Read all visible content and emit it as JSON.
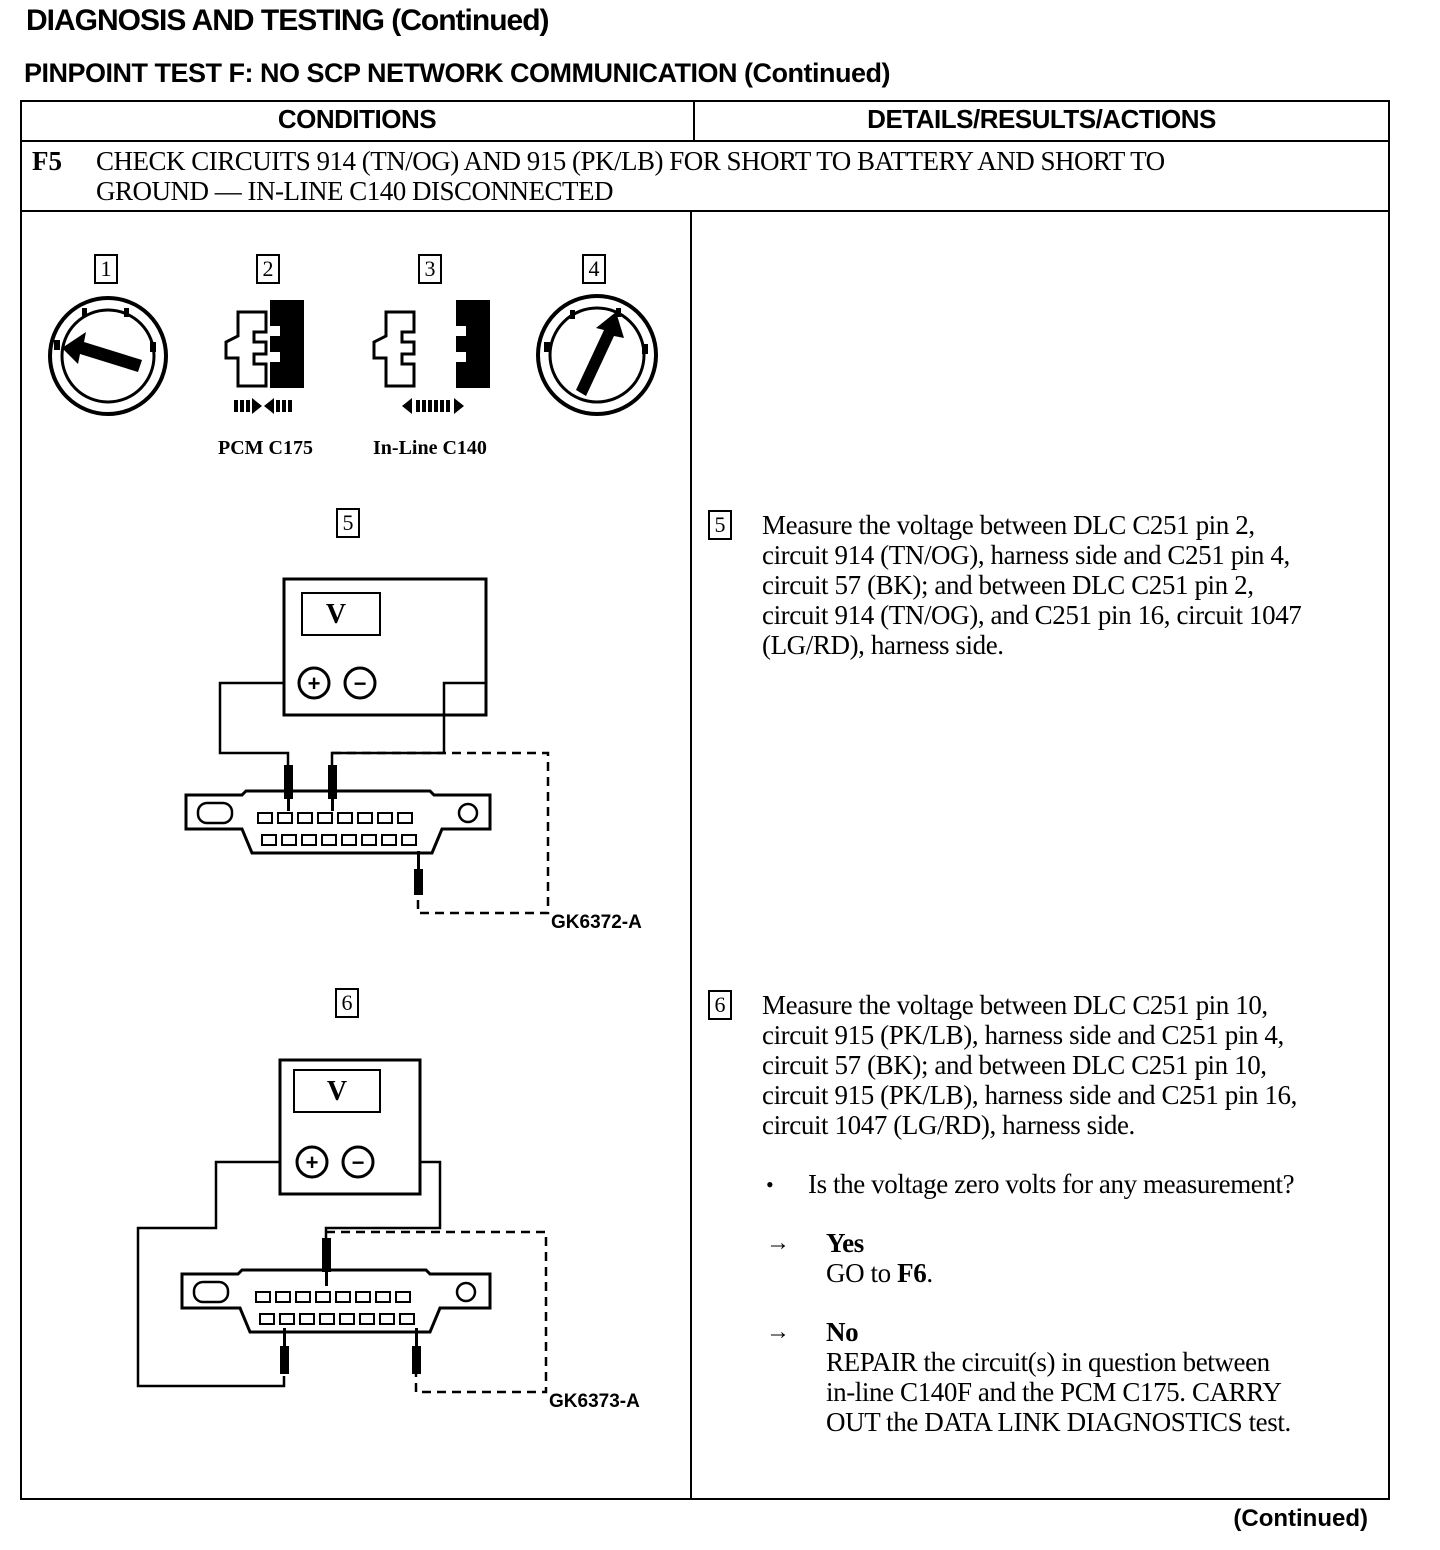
{
  "header": {
    "title": "DIAGNOSIS AND TESTING (Continued)",
    "subtitle": "PINPOINT TEST F:  NO SCP NETWORK COMMUNICATION (Continued)"
  },
  "table": {
    "col_conditions": "CONDITIONS",
    "col_details": "DETAILS/RESULTS/ACTIONS",
    "step_id": "F5",
    "step_title_line1": "CHECK CIRCUITS 914 (TN/OG) AND 915 (PK/LB) FOR SHORT TO BATTERY AND SHORT TO",
    "step_title_line2": "GROUND — IN-LINE C140 DISCONNECTED"
  },
  "figures": {
    "step_numbers": [
      "1",
      "2",
      "3",
      "4"
    ],
    "connector_captions": [
      "PCM C175",
      "In-Line C140"
    ],
    "fig5_number": "5",
    "fig5_id": "GK6372-A",
    "fig6_number": "6",
    "fig6_id": "GK6373-A",
    "meter_label": "V",
    "plus": "+",
    "minus": "−"
  },
  "details": {
    "step5_number": "5",
    "step5_lines": [
      "Measure the voltage between DLC C251 pin 2,",
      "circuit 914 (TN/OG), harness side and C251 pin 4,",
      "circuit 57 (BK); and between DLC C251 pin 2,",
      "circuit 914 (TN/OG), and C251 pin 16, circuit 1047",
      "(LG/RD), harness side."
    ],
    "step6_number": "6",
    "step6_lines": [
      "Measure the voltage between DLC C251 pin 10,",
      "circuit 915 (PK/LB), harness side and C251 pin 4,",
      "circuit 57 (BK); and between DLC C251 pin 10,",
      "circuit 915 (PK/LB), harness side and C251 pin 16,",
      "circuit 1047 (LG/RD), harness  side."
    ],
    "bullet": "•",
    "question": "Is the voltage zero volts for any measurement?",
    "arrow": "→",
    "yes_label": "Yes",
    "yes_action_prefix": "GO to ",
    "yes_action_target": "F6",
    "yes_action_suffix": ".",
    "no_label": "No",
    "no_action_lines": [
      "REPAIR the circuit(s) in question between",
      "in-line C140F and the PCM C175. CARRY",
      "OUT the DATA LINK DIAGNOSTICS  test."
    ]
  },
  "footer": {
    "continued": "(Continued)"
  }
}
